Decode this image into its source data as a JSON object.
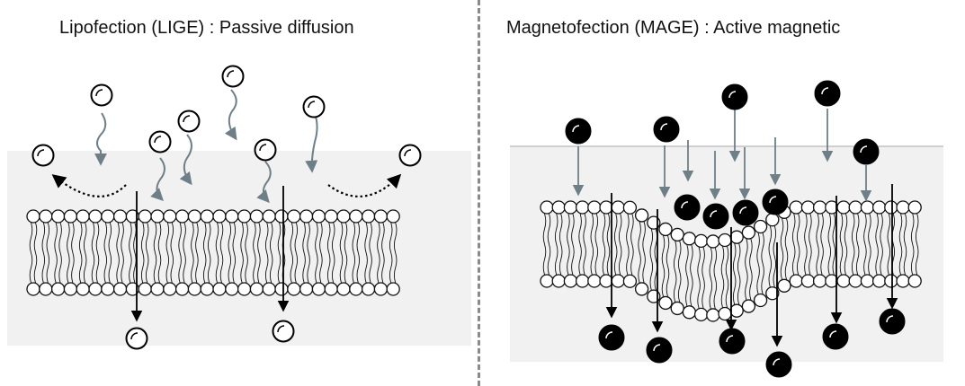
{
  "left_panel": {
    "title": "Lipofection (LIGE) : Passive diffusion"
  },
  "right_panel": {
    "title": "Magnetofection (MAGE) : Active magnetic"
  },
  "colors": {
    "membrane_band": "#f1f1f1",
    "lipid_head_fill": "#ffffff",
    "lipid_stroke": "#111111",
    "particle_open_fill": "#ffffff",
    "particle_magnetic_fill": "#000000",
    "arrow_gray": "#6f7f87",
    "arrow_black": "#000000",
    "divider": "#8a8a8a",
    "reference_line": "#a8a8a8"
  },
  "icons": {
    "lipid_particle": "open-circle",
    "magnetic_particle": "filled-circle",
    "diffusion_path": "wavy-arrow",
    "magnetic_pull": "straight-arrow",
    "escape_path": "dotted-curved-arrow"
  }
}
